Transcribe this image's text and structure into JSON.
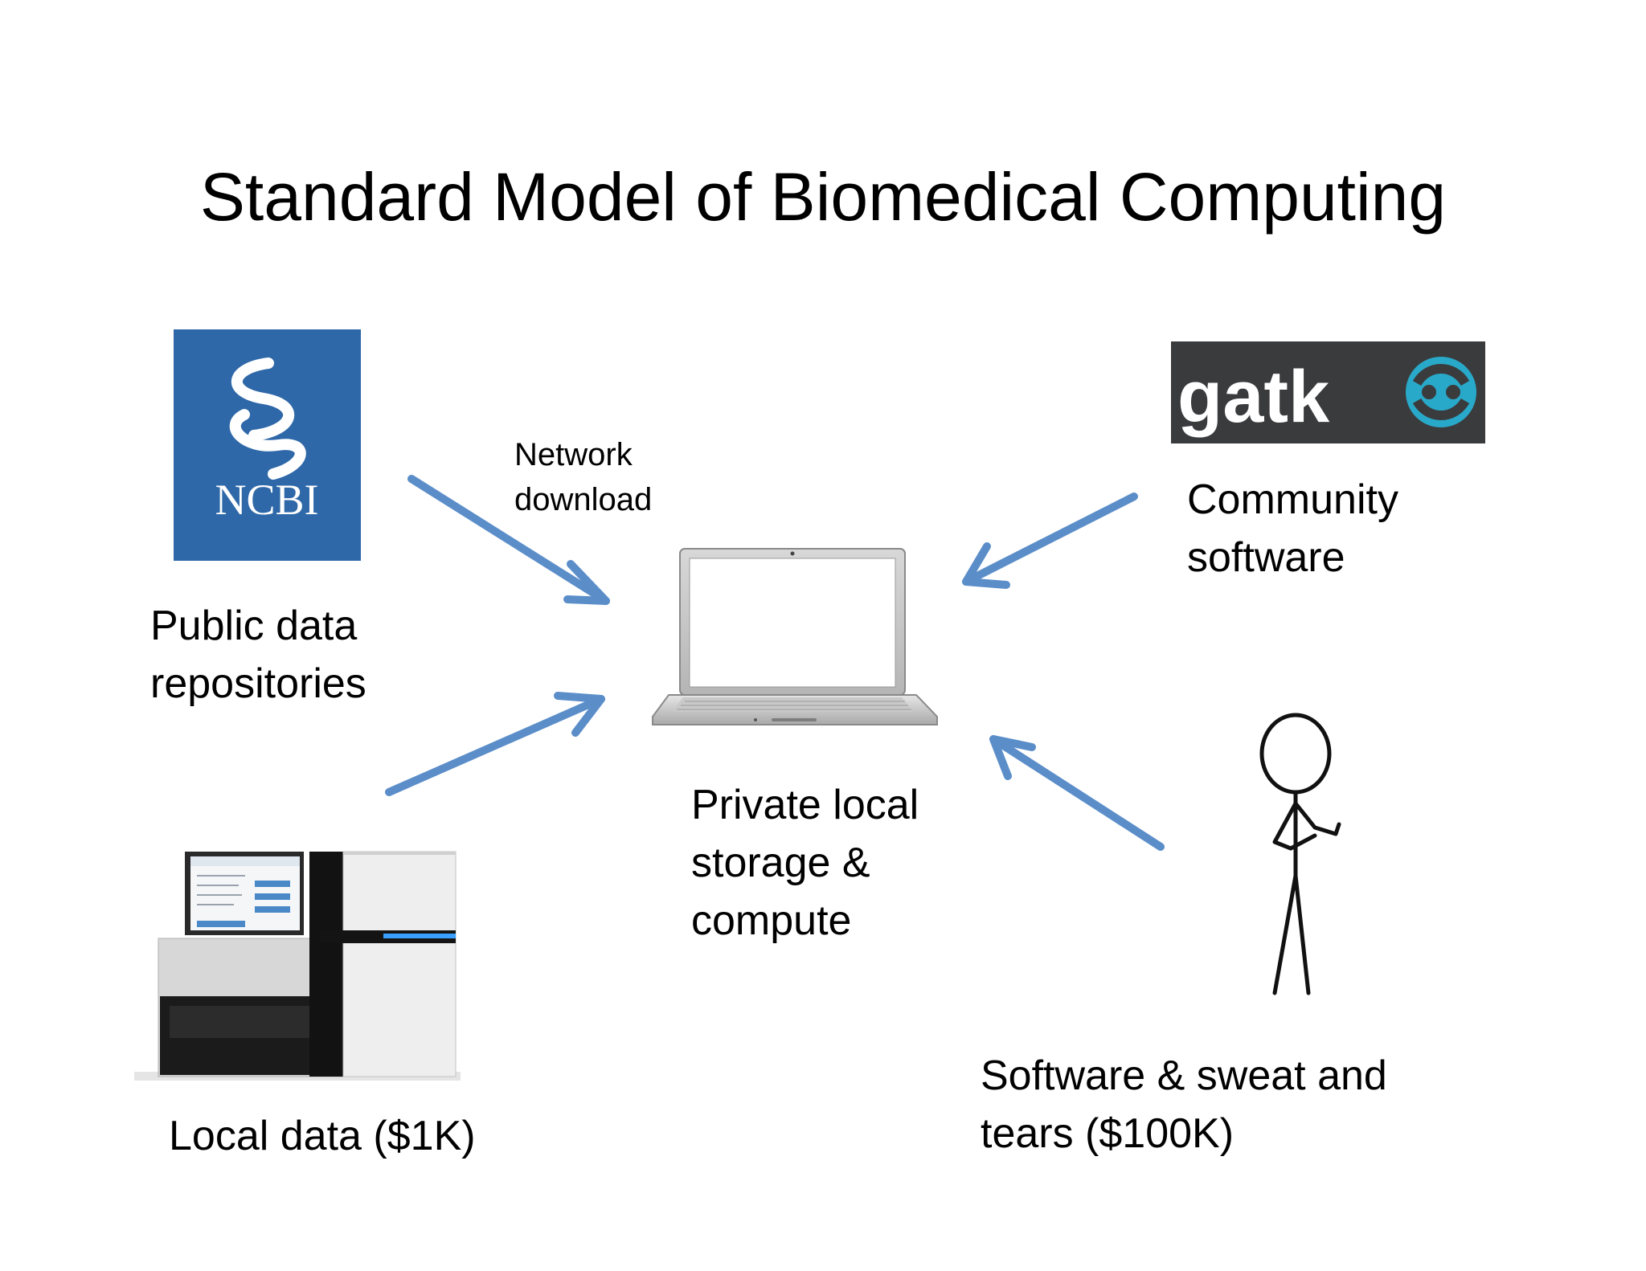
{
  "title": "Standard Model of Biomedical Computing",
  "nodes": {
    "public_repos": {
      "line1": "Public data",
      "line2": "repositories",
      "logo_text": "NCBI"
    },
    "community_software": {
      "line1": "Community",
      "line2": "software",
      "logo_text": "gatk"
    },
    "local_data": {
      "label": "Local data ($1K)"
    },
    "private_compute": {
      "line1": "Private local",
      "line2": "storage &",
      "line3": "compute"
    },
    "software_sweat": {
      "line1": "Software & sweat and",
      "line2": "tears ($100K)"
    }
  },
  "edge_labels": {
    "network_line1": "Network",
    "network_line2": "download"
  },
  "colors": {
    "arrow": "#5b8ec9",
    "ncbi_blue": "#2f68a8",
    "gatk_bg": "#3a3b3d",
    "gatk_accent": "#29a9c9"
  }
}
